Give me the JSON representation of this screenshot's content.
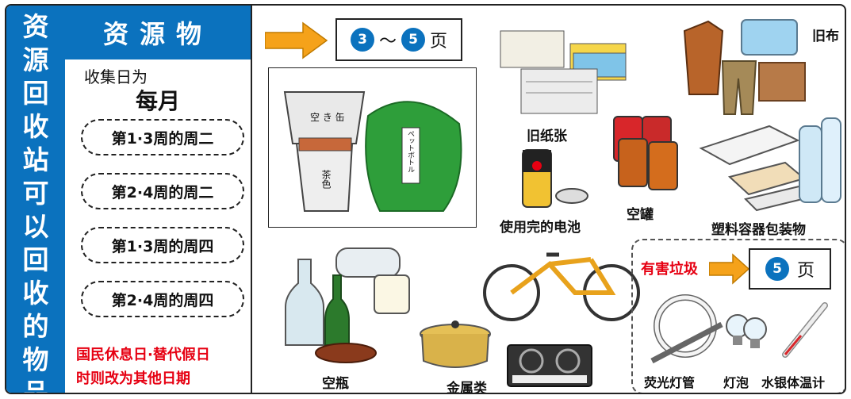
{
  "sidebar": {
    "title_chars": [
      "资",
      "源",
      "回",
      "收",
      "站",
      "可",
      "以",
      "回",
      "收",
      "的",
      "物",
      "品"
    ]
  },
  "schedule": {
    "header": "资源物",
    "collect_label": "收集日为",
    "frequency": "每月",
    "days": [
      "第1·3周的周二",
      "第2·4周的周二",
      "第1·3周的周四",
      "第2·4周的周四"
    ],
    "holiday_note_line1": "国民休息日·替代假日",
    "holiday_note_line2": "时则改为其他日期"
  },
  "page_ref": {
    "start": "3",
    "sep": "～",
    "end": "5",
    "suffix": "页"
  },
  "items": {
    "old_newspaper": "旧纸张",
    "old_cloth": "旧布",
    "cans": "空罐",
    "used_batteries": "使用完的电池",
    "plastic_containers": "塑料容器包装物",
    "empty_bottles": "空瓶",
    "metals": "金属类"
  },
  "photo_labels": {
    "basket_1": "空 き 缶",
    "bucket": "茶色",
    "bag": "ペットボトル"
  },
  "hazardous": {
    "label": "有害垃圾",
    "page": "5",
    "page_suffix": "页",
    "items": [
      "荧光灯管",
      "灯泡",
      "水银体温计"
    ]
  },
  "colors": {
    "primary_blue": "#0b72be",
    "alert_red": "#e60012",
    "arrow_orange": "#f5a21a",
    "bag_green": "#2e9e3a"
  },
  "icons": [
    "arrow-right-icon",
    "newspaper-icon",
    "clothes-icon",
    "can-icon",
    "battery-icon",
    "tray-icon",
    "bottle-icon",
    "pot-icon",
    "stove-icon",
    "bicycle-icon",
    "tube-light-icon",
    "bulb-icon",
    "thermometer-icon"
  ]
}
